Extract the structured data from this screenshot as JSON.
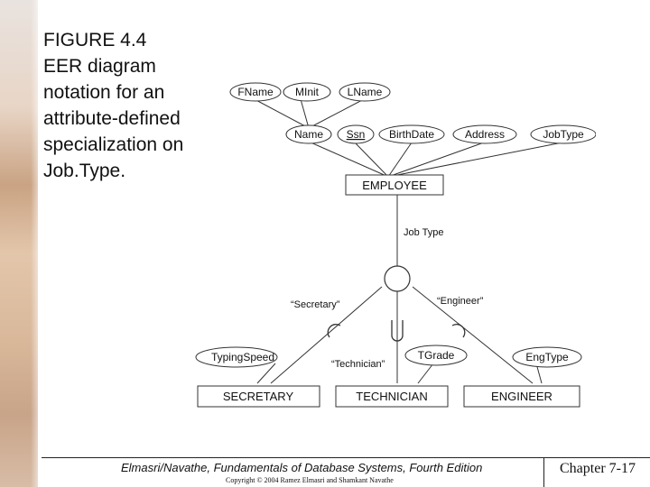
{
  "caption": {
    "figure_number": "FIGURE 4.4",
    "text": "EER diagram notation for an attribute-defined specialization on Job.Type."
  },
  "diagram": {
    "attributes_top": [
      "FName",
      "MInit",
      "LName"
    ],
    "attributes_mid": [
      "Name",
      "Ssn",
      "BirthDate",
      "Address",
      "JobType"
    ],
    "superclass": "EMPLOYEE",
    "defining_attribute": "Job Type",
    "labels": {
      "secretary": "“Secretary”",
      "engineer": "“Engineer”",
      "technician": "“Technician”"
    },
    "subclass_attributes": [
      "TypingSpeed",
      "TGrade",
      "EngType"
    ],
    "subclasses": [
      "SECRETARY",
      "TECHNICIAN",
      "ENGINEER"
    ]
  },
  "footer": {
    "book": "Elmasri/Navathe, Fundamentals of Database Systems, Fourth Edition",
    "copyright": "Copyright © 2004 Ramez Elmasri and Shamkant Navathe",
    "chapter": "Chapter 7-17"
  }
}
